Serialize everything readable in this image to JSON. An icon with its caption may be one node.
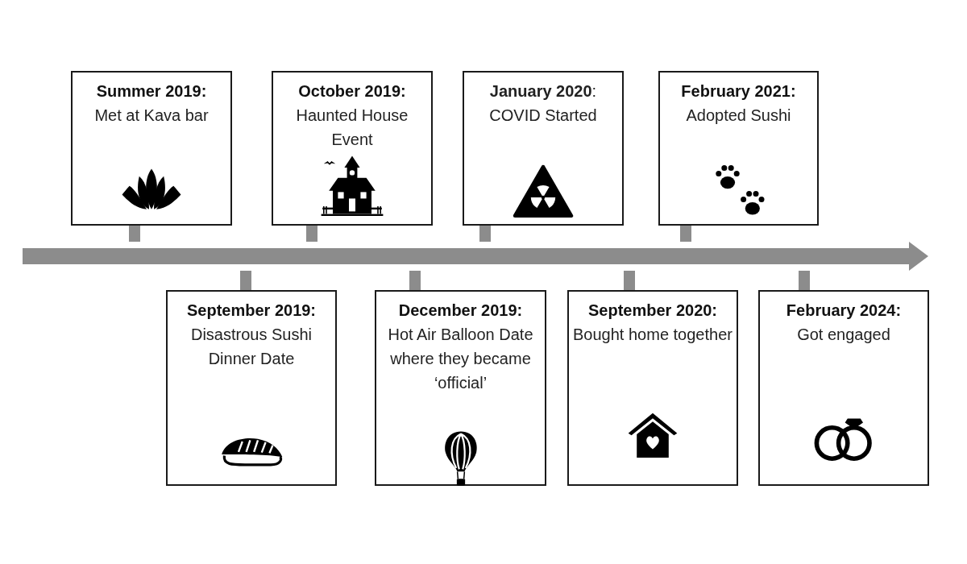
{
  "diagram": {
    "nodes": [
      {
        "text": [
          "Summer 2019:",
          "Met at Kava bar"
        ]
      },
      {
        "text": [
          "September 2019:",
          "Disastrous Sushi Dinner Date"
        ]
      },
      {
        "text": [
          "October 2019:",
          "Haunted House Event"
        ]
      },
      {
        "text": [
          "December 2019:",
          "Hot Air Balloon Date where they became ‘official’"
        ]
      },
      {
        "text": [
          "**January 2020**: COVID Started"
        ]
      },
      {
        "text": [
          "September 2020:",
          "Bought home together"
        ]
      },
      {
        "text": [
          "February 2021:",
          "Adopted Sushi"
        ]
      },
      {
        "text": [
          "February 2024:",
          "Got engaged"
        ]
      },
      {
        "text": [],
        "shape": "bar"
      }
    ],
    "edges": [
      {
        "from": 0,
        "to": 8,
        "arrow": "none"
      },
      {
        "from": 1,
        "to": 8,
        "arrow": "none"
      },
      {
        "from": 2,
        "to": 8,
        "arrow": "none"
      },
      {
        "from": 3,
        "to": 8,
        "arrow": "none"
      },
      {
        "from": 4,
        "to": 8,
        "arrow": "none"
      },
      {
        "from": 5,
        "to": 8,
        "arrow": "none"
      },
      {
        "from": 6,
        "to": 8,
        "arrow": "none"
      },
      {
        "from": 7,
        "to": 8,
        "arrow": "none"
      }
    ]
  }
}
